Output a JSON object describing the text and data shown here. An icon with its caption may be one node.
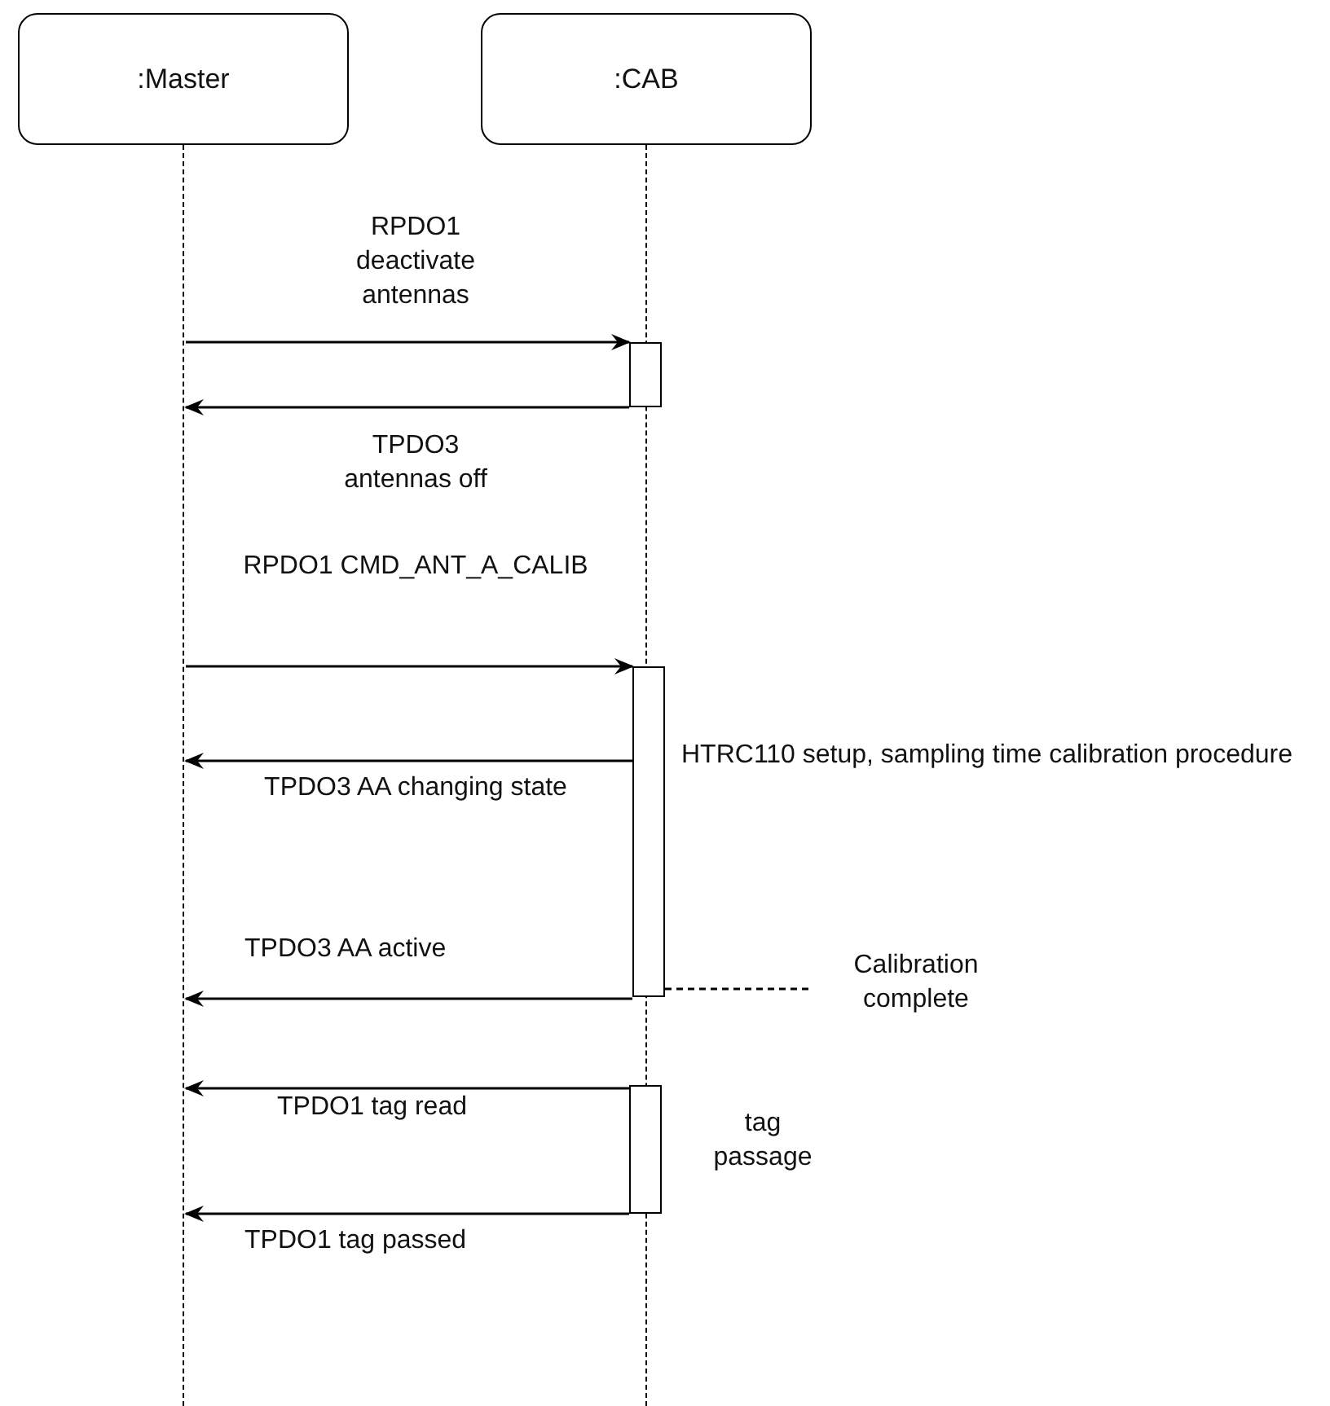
{
  "diagram": {
    "nodes": [
      {
        "text": [
          ":Master"
        ]
      },
      {
        "text": [
          ":CAB"
        ]
      },
      {
        "text": [],
        "shape": "line"
      },
      {
        "text": [],
        "shape": "line"
      },
      {
        "text": [],
        "shape": "box"
      },
      {
        "text": [],
        "shape": "box"
      },
      {
        "text": [],
        "shape": "box"
      },
      {
        "text": [
          "Calibration complete"
        ]
      }
    ],
    "edges": [
      {
        "from": 2,
        "to": 4,
        "arrow": "to",
        "label": "RPDO1 deactivate antennas"
      },
      {
        "from": 4,
        "to": 2,
        "arrow": "to",
        "label": "TPDO3 antennas off"
      },
      {
        "from": 2,
        "to": 5,
        "arrow": "to",
        "label": "RPDO1 CMD_ANT_A_CALIB"
      },
      {
        "from": 5,
        "to": 2,
        "arrow": "to",
        "label": "TPDO3 AA changing state"
      },
      {
        "from": 5,
        "to": 2,
        "arrow": "to",
        "label": "TPDO3 AA active"
      },
      {
        "from": 6,
        "to": 2,
        "arrow": "to",
        "label": "TPDO1 tag read"
      },
      {
        "from": 6,
        "to": 2,
        "arrow": "to",
        "label": "TPDO1 tag passed"
      },
      {
        "from": 5,
        "to": 7,
        "arrow": "none",
        "style": "dashed"
      }
    ],
    "labels": [
      "HTRC110 setup, sampling time calibration procedure",
      "tag passage"
    ]
  }
}
